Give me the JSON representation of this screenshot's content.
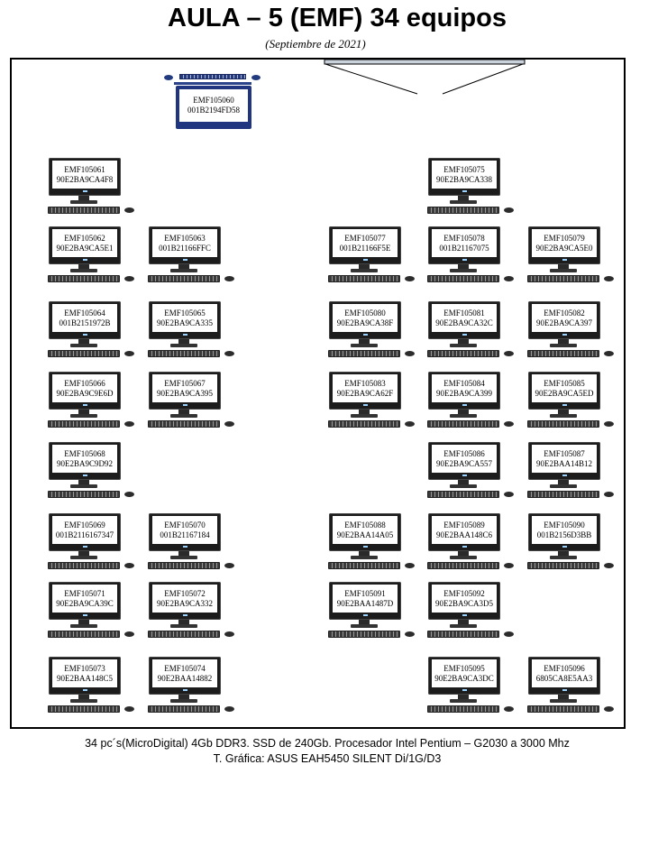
{
  "header": {
    "title": "AULA – 5 (EMF) 34 equipos",
    "subtitle": "(Septiembre de 2021)"
  },
  "teacher": {
    "name": "EMF105060",
    "mac": "001B2194FD58"
  },
  "pcs": [
    {
      "name": "EMF105061",
      "mac": "90E2BA9CA4F8"
    },
    {
      "name": "EMF105075",
      "mac": "90E2BA9CA338"
    },
    {
      "name": "EMF105062",
      "mac": "90E2BA9CA5E1"
    },
    {
      "name": "EMF105063",
      "mac": "001B21166FFC"
    },
    {
      "name": "EMF105077",
      "mac": "001B21166F5E"
    },
    {
      "name": "EMF105078",
      "mac": "001B21167075"
    },
    {
      "name": "EMF105079",
      "mac": "90E2BA9CA5E0"
    },
    {
      "name": "EMF105064",
      "mac": "001B2151972B"
    },
    {
      "name": "EMF105065",
      "mac": "90E2BA9CA335"
    },
    {
      "name": "EMF105080",
      "mac": "90E2BA9CA38F"
    },
    {
      "name": "EMF105081",
      "mac": "90E2BA9CA32C"
    },
    {
      "name": "EMF105082",
      "mac": "90E2BA9CA397"
    },
    {
      "name": "EMF105066",
      "mac": "90E2BA9C9E6D"
    },
    {
      "name": "EMF105067",
      "mac": "90E2BA9CA395"
    },
    {
      "name": "EMF105083",
      "mac": "90E2BA9CA62F"
    },
    {
      "name": "EMF105084",
      "mac": "90E2BA9CA399"
    },
    {
      "name": "EMF105085",
      "mac": "90E2BA9CA5ED"
    },
    {
      "name": "EMF105068",
      "mac": "90E2BA9C9D92"
    },
    {
      "name": "EMF105086",
      "mac": "90E2BA9CA557"
    },
    {
      "name": "EMF105087",
      "mac": "90E2BAA14B12"
    },
    {
      "name": "EMF105069",
      "mac": "001B2116167347"
    },
    {
      "name": "EMF105070",
      "mac": "001B21167184"
    },
    {
      "name": "EMF105088",
      "mac": "90E2BAA14A05"
    },
    {
      "name": "EMF105089",
      "mac": "90E2BAA148C6"
    },
    {
      "name": "EMF105090",
      "mac": "001B2156D3BB"
    },
    {
      "name": "EMF105071",
      "mac": "90E2BA9CA39C"
    },
    {
      "name": "EMF105072",
      "mac": "90E2BA9CA332"
    },
    {
      "name": "EMF105091",
      "mac": "90E2BAA1487D"
    },
    {
      "name": "EMF105092",
      "mac": "90E2BA9CA3D5"
    },
    {
      "name": "EMF105073",
      "mac": "90E2BAA148C5"
    },
    {
      "name": "EMF105074",
      "mac": "90E2BAA14882"
    },
    {
      "name": "EMF105095",
      "mac": "90E2BA9CA3DC"
    },
    {
      "name": "EMF105096",
      "mac": "6805CA8E5AA3"
    }
  ],
  "footer": {
    "line1": "34 pc´s(MicroDigital) 4Gb DDR3. SSD de 240Gb. Procesador Intel Pentium – G2030 a 3000 Mhz",
    "line2": "T. Gráfica: ASUS EAH5450 SILENT Di/1G/D3"
  }
}
